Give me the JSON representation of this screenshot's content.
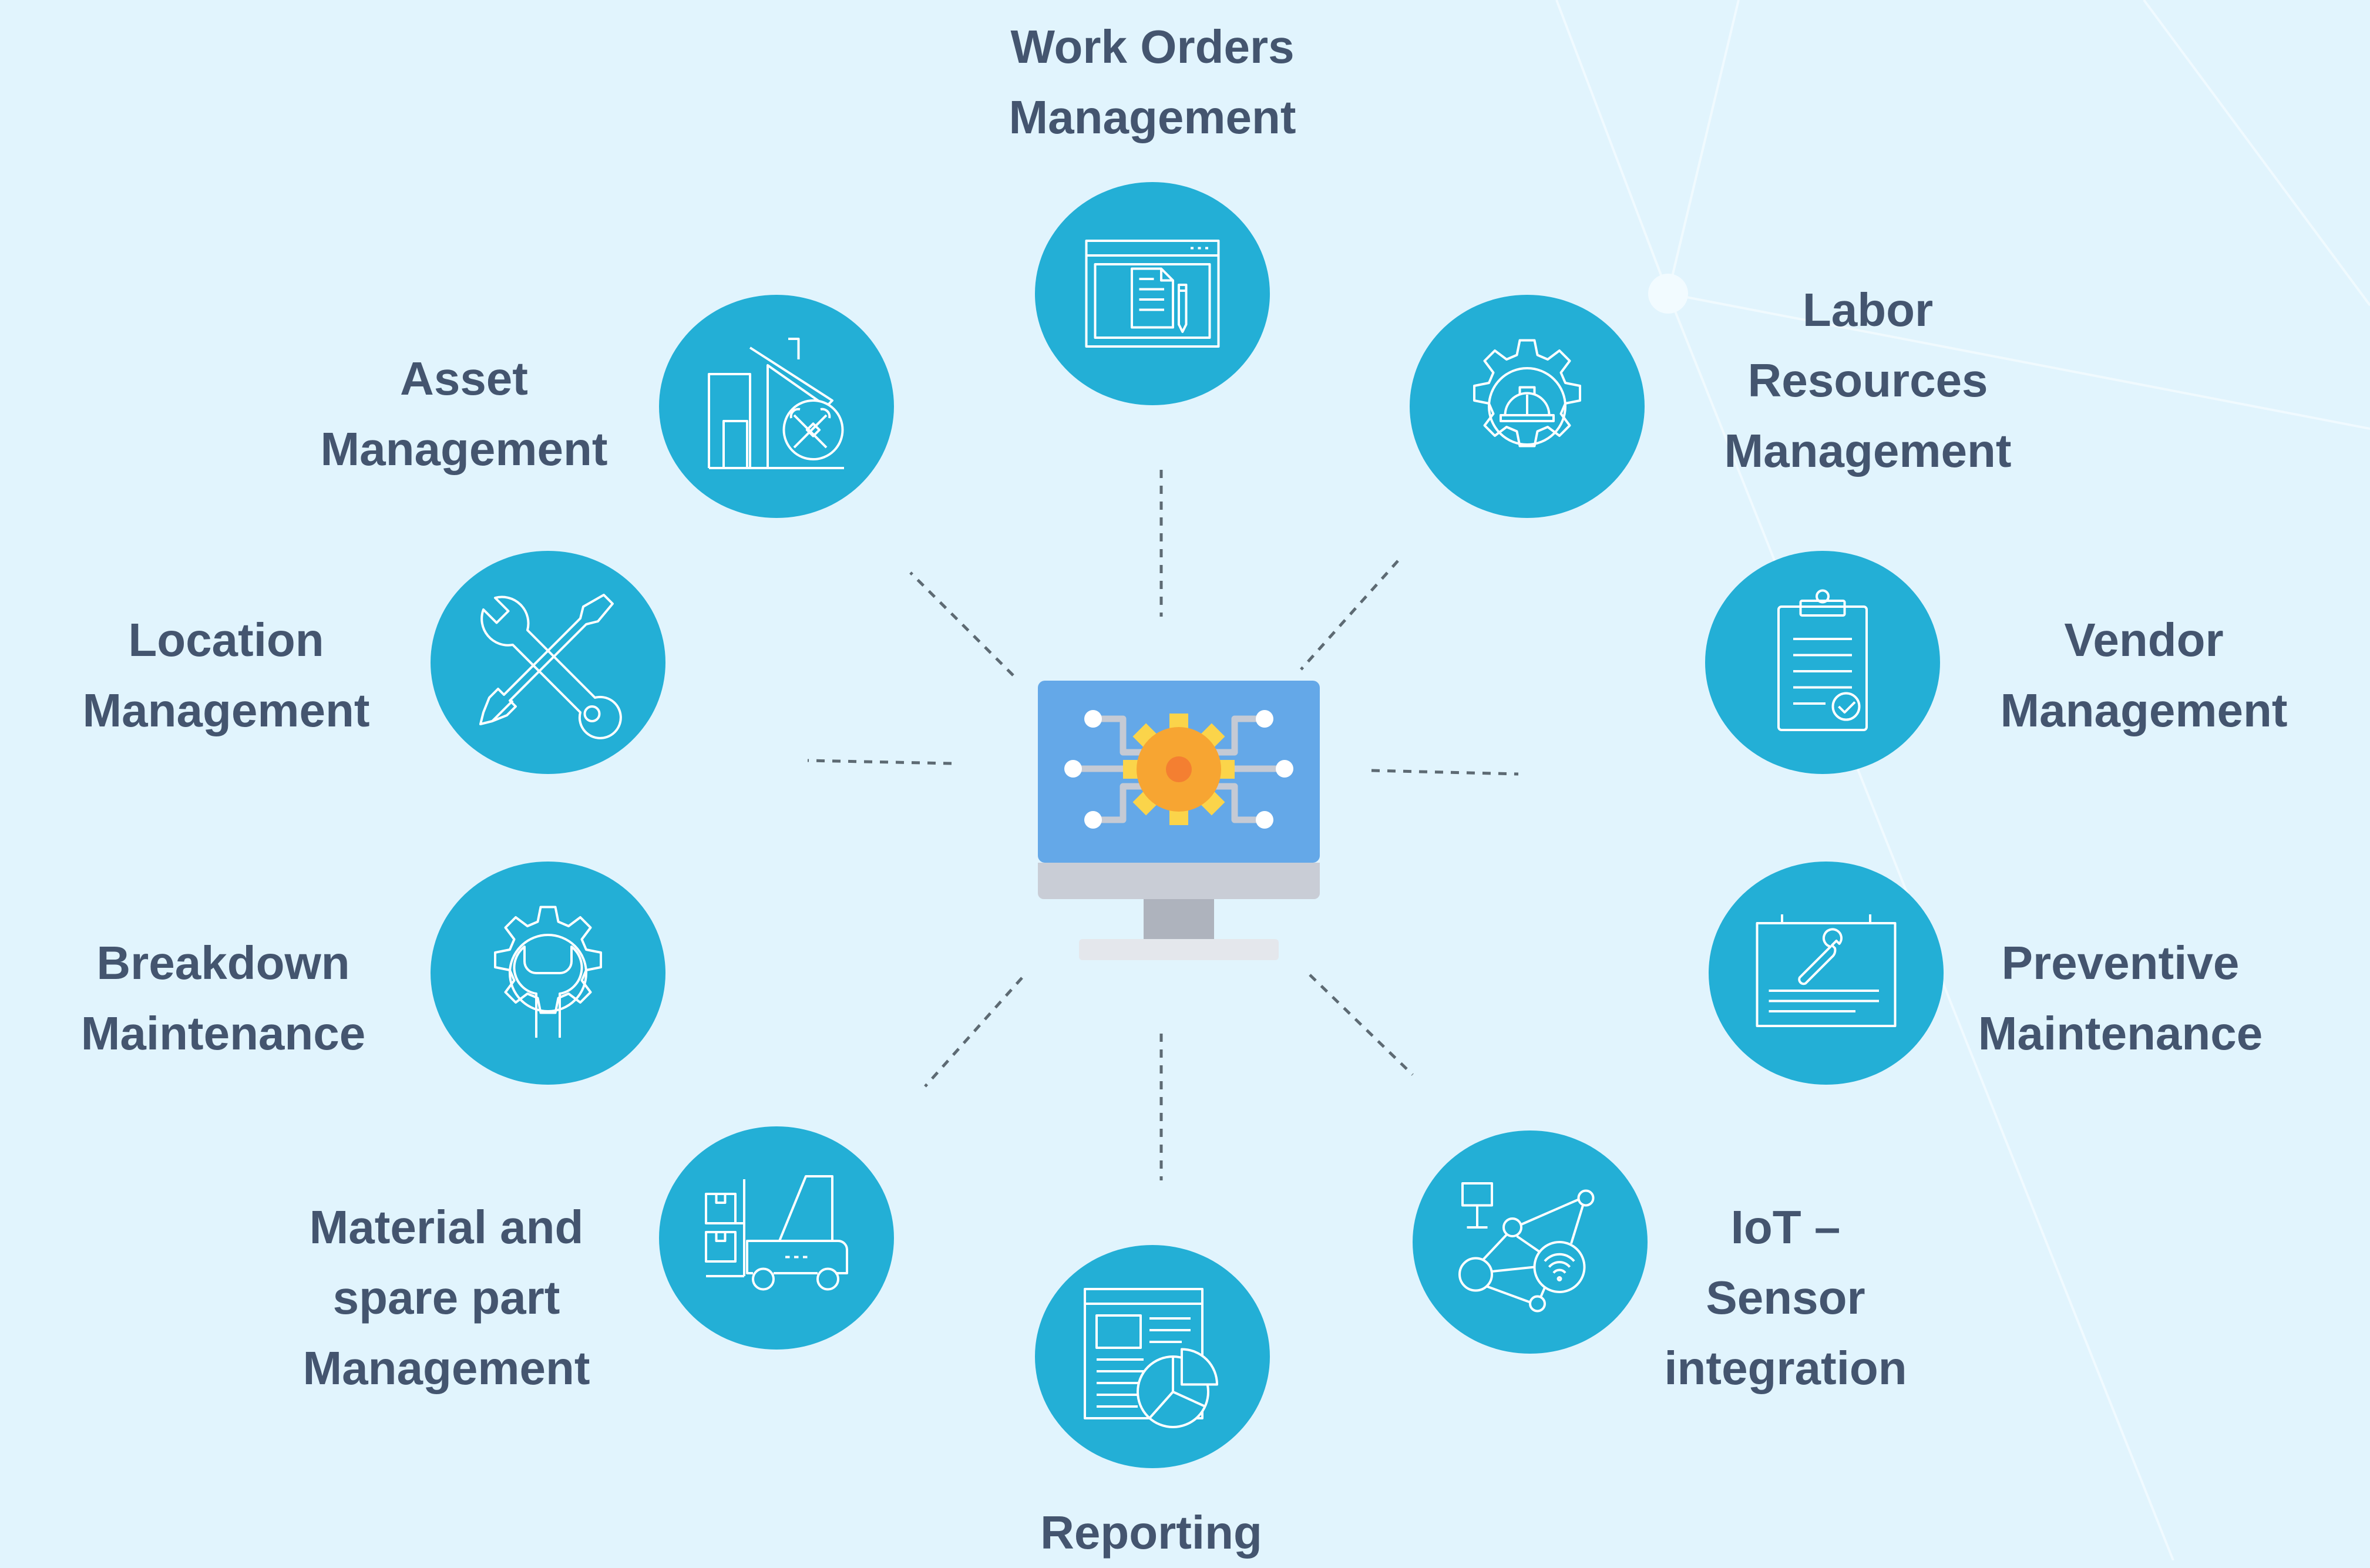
{
  "colors": {
    "background": "#e1f4fd",
    "node_fill": "#23afd6",
    "label_text": "#44556f",
    "connector": "#5d6a73",
    "monitor_screen": "#64a8e8",
    "gear_outer": "#f7a532",
    "gear_inner": "#f47f31"
  },
  "hub": {
    "icon": "computer-gear-icon"
  },
  "modules": [
    {
      "id": "work-orders",
      "icon": "work-order-window-icon",
      "lines": [
        "Work Orders",
        "Management"
      ]
    },
    {
      "id": "labor",
      "icon": "gear-hardhat-icon",
      "lines": [
        "Labor",
        "Resources",
        "Management"
      ]
    },
    {
      "id": "vendor",
      "icon": "clipboard-check-icon",
      "lines": [
        "Vendor",
        "Management"
      ]
    },
    {
      "id": "preventive",
      "icon": "wrench-board-icon",
      "lines": [
        "Preventive",
        "Maintenance"
      ]
    },
    {
      "id": "iot",
      "icon": "sensor-network-icon",
      "lines": [
        "IoT –",
        "Sensor",
        "integration"
      ]
    },
    {
      "id": "reporting",
      "icon": "report-chart-icon",
      "lines": [
        "Reporting"
      ]
    },
    {
      "id": "material",
      "icon": "forklift-boxes-icon",
      "lines": [
        "Material and",
        "spare part",
        "Management"
      ]
    },
    {
      "id": "breakdown",
      "icon": "gear-wrench-icon",
      "lines": [
        "Breakdown",
        "Maintenance"
      ]
    },
    {
      "id": "location",
      "icon": "wrench-screwdriver-icon",
      "lines": [
        "Location",
        "Management"
      ]
    },
    {
      "id": "asset",
      "icon": "building-tools-icon",
      "lines": [
        "Asset",
        "Management"
      ]
    }
  ]
}
